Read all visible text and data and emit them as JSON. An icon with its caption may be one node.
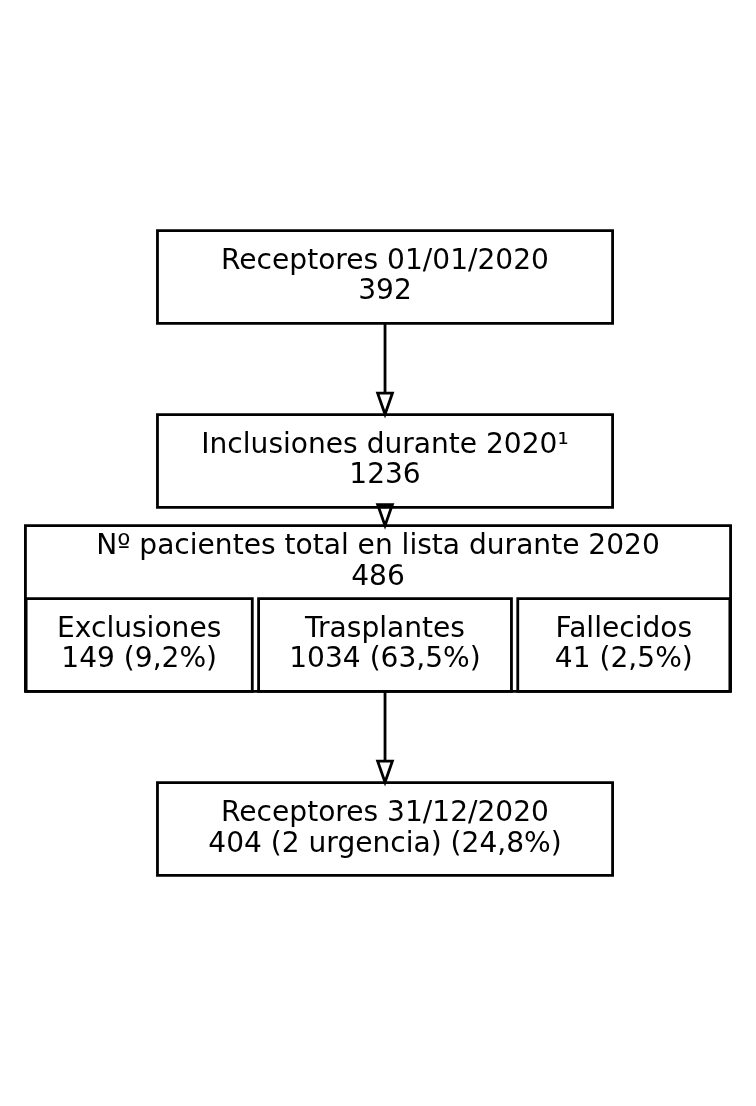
{
  "diagram": {
    "nodes": [
      {
        "text": [
          "Receptores 01/01/2020",
          "392"
        ]
      },
      {
        "text": [
          "Inclusiones durante 2020¹",
          "1236"
        ]
      },
      {
        "text": [
          "Nº pacientes total en lista durante 2020",
          "486"
        ]
      },
      {
        "text": [
          "Exclusiones",
          "149 (9,2%)"
        ],
        "in": 2
      },
      {
        "text": [
          "Trasplantes",
          "1034 (63,5%)"
        ],
        "in": 2
      },
      {
        "text": [
          "Fallecidos",
          "41 (2,5%)"
        ],
        "in": 2
      },
      {
        "text": [
          "Receptores 31/12/2020",
          "404 (2 urgencia) (24,8%)"
        ]
      }
    ],
    "edges": [
      {
        "from": 0,
        "to": 1,
        "arrow": "to"
      },
      {
        "from": 1,
        "to": 2,
        "arrow": "to"
      },
      {
        "from": 2,
        "to": 6,
        "arrow": "to"
      }
    ]
  }
}
